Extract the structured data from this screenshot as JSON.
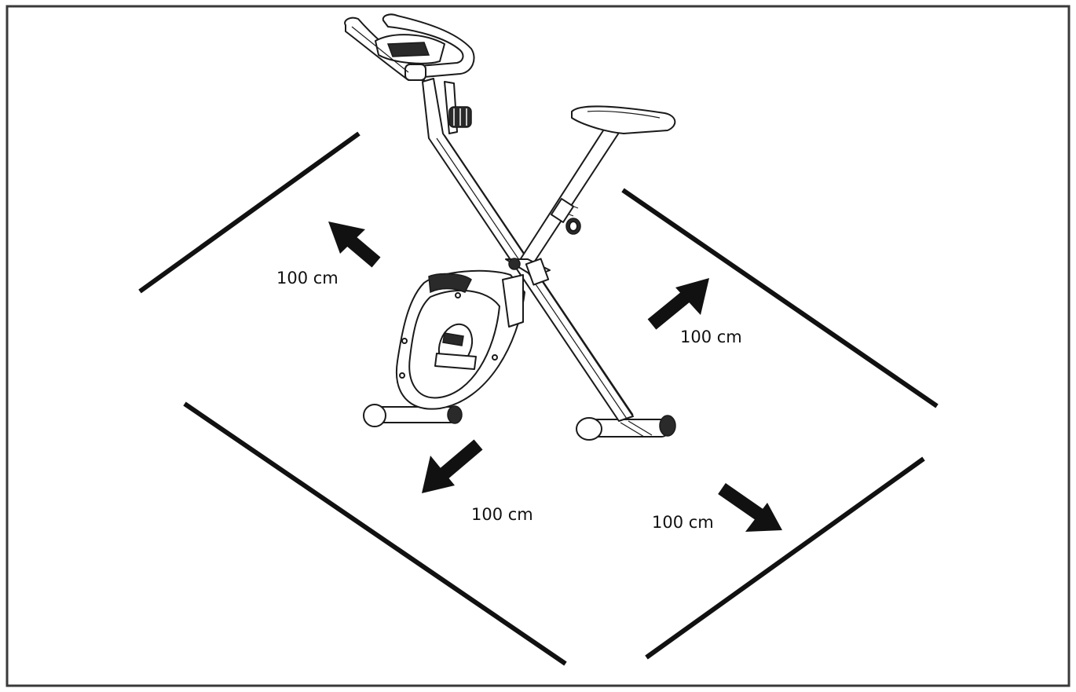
{
  "clearance_labels": {
    "back_left": "100 cm",
    "back_right": "100 cm",
    "front_left": "100 cm",
    "front_right": "100 cm"
  },
  "colors": {
    "ink": "#111111",
    "frame": "#3a3a3a",
    "background": "#ffffff"
  },
  "icons": {
    "arrow": "arrow-icon",
    "bike": "exercise-bike-icon"
  }
}
